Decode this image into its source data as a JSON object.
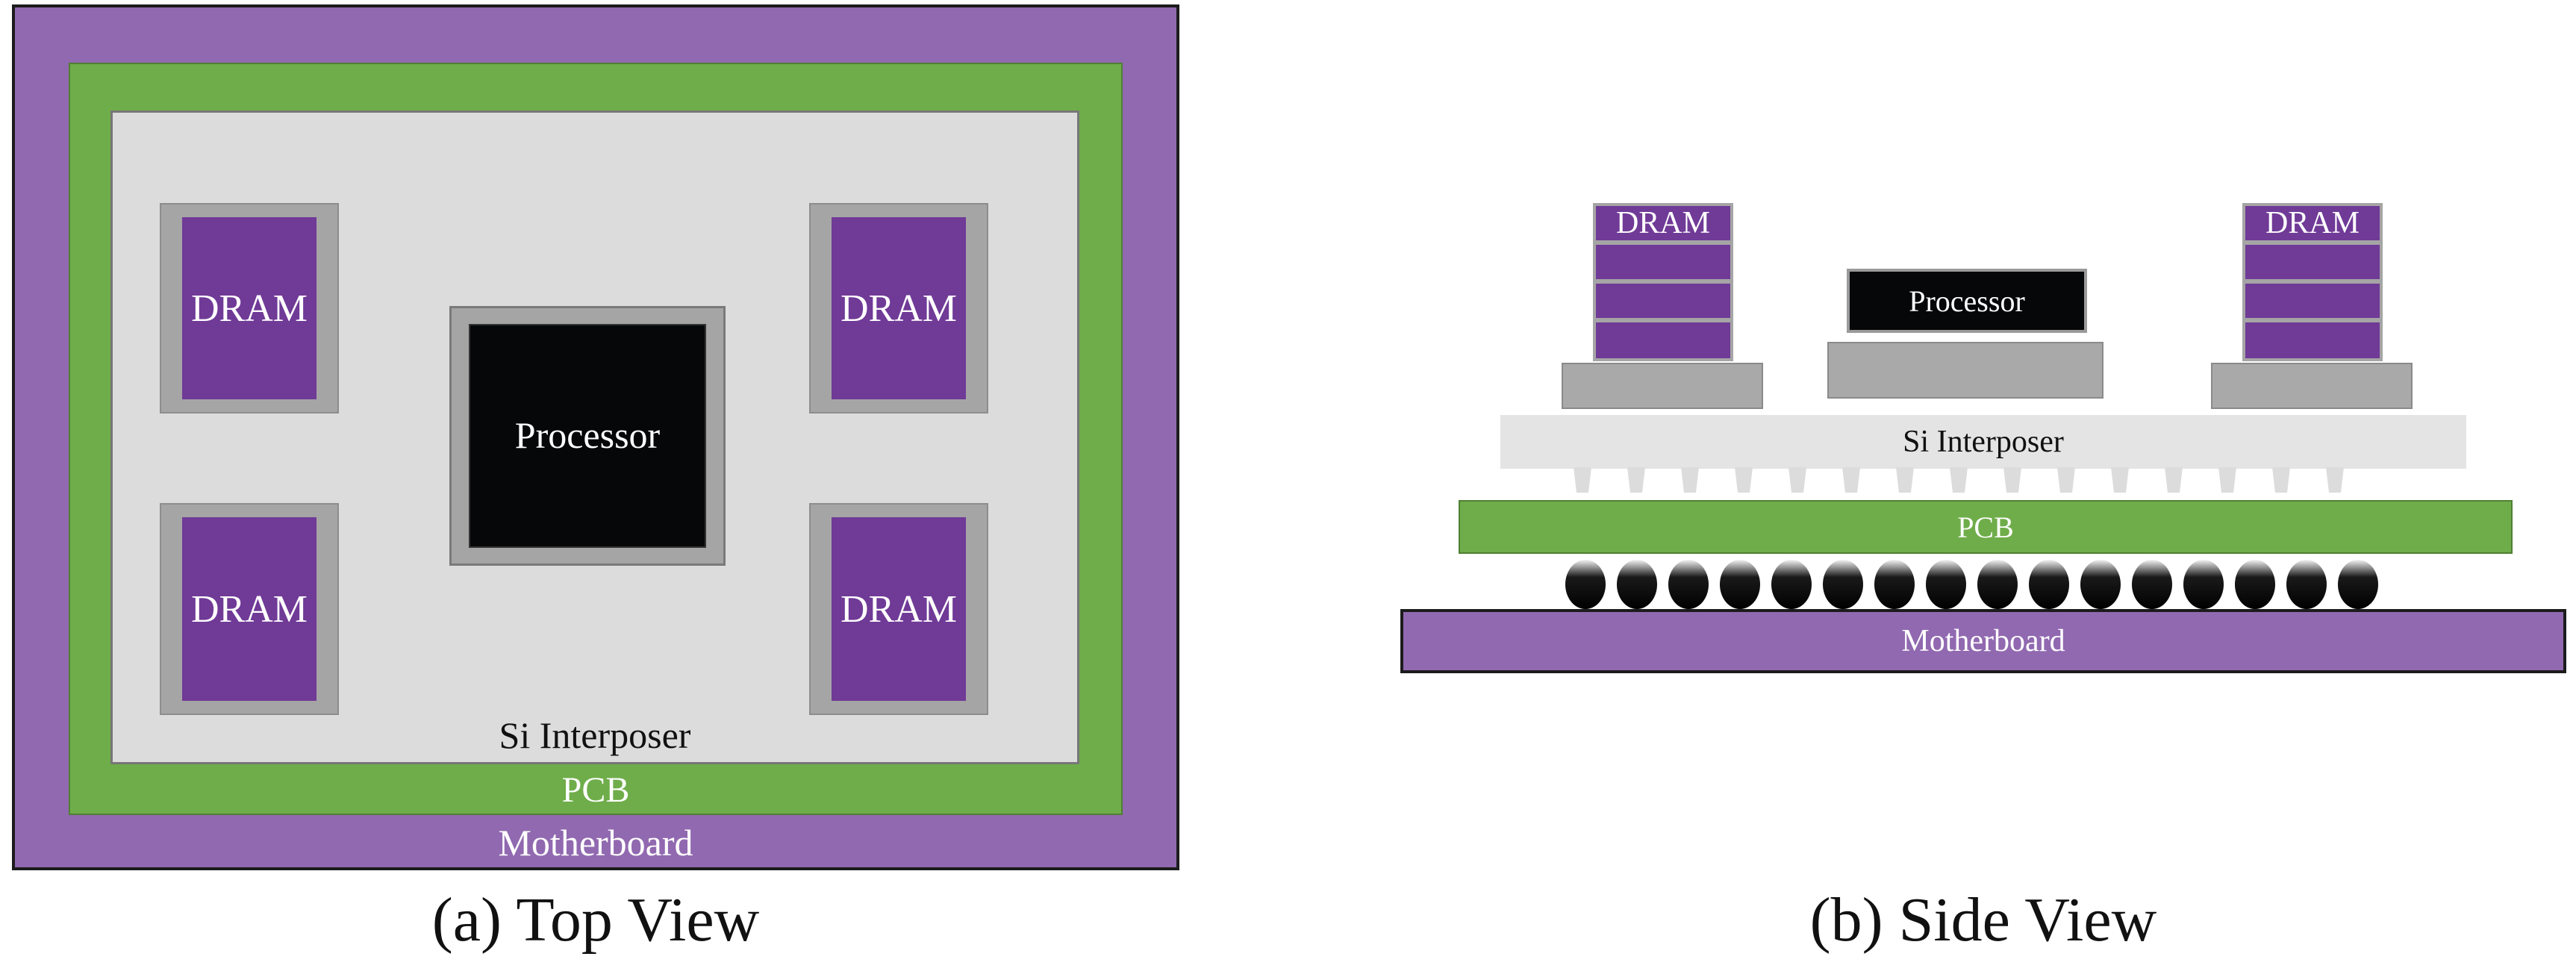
{
  "top_view": {
    "caption": "(a) Top View",
    "motherboard_label": "Motherboard",
    "pcb_label": "PCB",
    "interposer_label": "Si Interposer",
    "processor_label": "Processor",
    "dram_labels": [
      "DRAM",
      "DRAM",
      "DRAM",
      "DRAM"
    ]
  },
  "side_view": {
    "caption": "(b) Side View",
    "motherboard_label": "Motherboard",
    "pcb_label": "PCB",
    "interposer_label": "Si Interposer",
    "processor_label": "Processor",
    "dram_left_label": "DRAM",
    "dram_right_label": "DRAM"
  },
  "colors": {
    "motherboard": "#9169b0",
    "pcb": "#6fad4a",
    "interposer": "#dcdcdc",
    "dram": "#703a97",
    "dram_frame": "#a5a5a5",
    "processor": "#050709",
    "processor_frame": "#a5a5a5",
    "solder_ball": "#0a0a0a"
  }
}
